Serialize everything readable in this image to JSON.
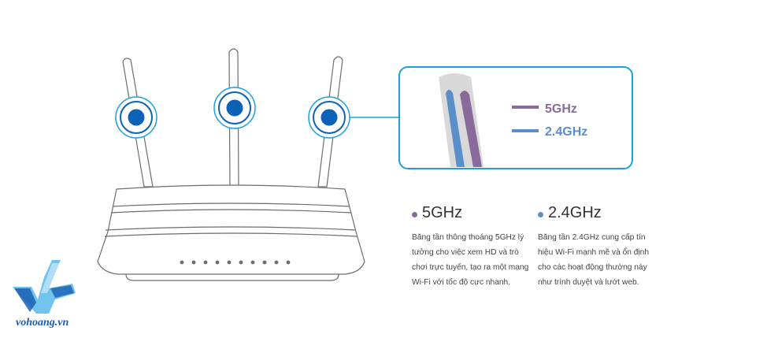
{
  "bands": {
    "band5": {
      "label": "5GHz",
      "color": "#8a6a9a",
      "description": "Băng tần thông thoáng 5GHz lý tưởng cho việc xem HD và trò chơi trực tuyến, tạo ra một mạng Wi-Fi với tốc độ cực nhanh."
    },
    "band24": {
      "label": "2.4GHz",
      "color": "#5b8fc9",
      "description": "Băng tần 2.4GHz cung cấp tín hiệu Wi-Fi mạnh mẽ và ổn định cho các hoạt động thường này như trình duyệt và lướt web."
    }
  },
  "callout": {
    "label_5": "5GHz",
    "label_24": "2.4GHz"
  },
  "colors": {
    "accent": "#1aa0dc",
    "node": "#0b62b6",
    "outline": "#6d6d6d"
  },
  "logo": {
    "text": "vohoang.vn"
  },
  "icons": [
    "router-image",
    "signal-icon",
    "antenna-zoom-callout",
    "vh-logo"
  ]
}
